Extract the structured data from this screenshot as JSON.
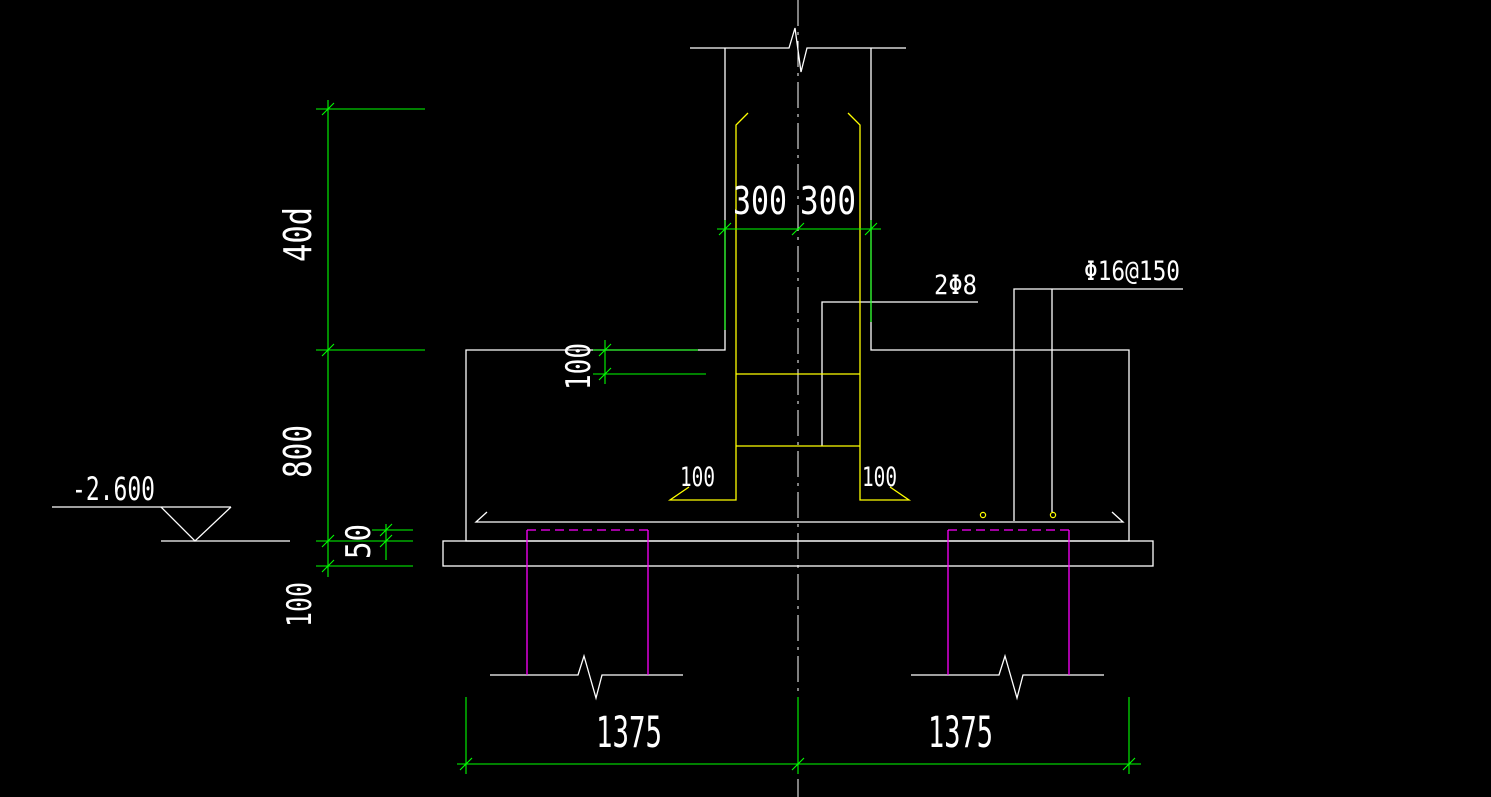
{
  "colors": {
    "background": "#000000",
    "outline": "#ffffff",
    "dimension": "#00ff00",
    "rebar": "#ffff00",
    "pile": "#ff00ff"
  },
  "annotations": {
    "column_half_left": "300",
    "column_half_right": "300",
    "stirrup_label": "2Φ8",
    "bottom_bar_label": "Φ16@150",
    "anchorage_length": "40d",
    "cover_top": "100",
    "cap_height": "800",
    "cushion_50": "50",
    "cushion_100": "100",
    "hook_left": "100",
    "hook_right": "100",
    "elevation": "-2.600",
    "span_left": "1375",
    "span_right": "1375"
  }
}
